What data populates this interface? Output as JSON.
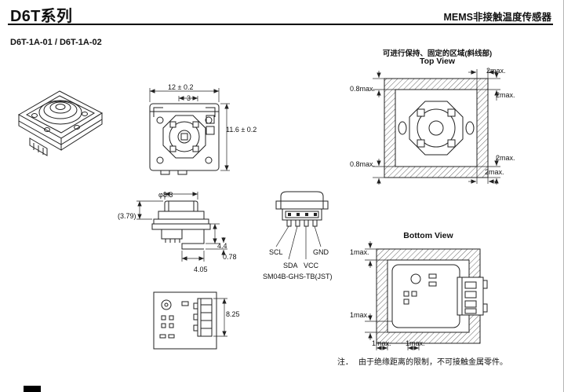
{
  "header": {
    "title": "D6T系列",
    "subtitle": "MEMS非接触温度传感器",
    "model": "D6T-1A-01 / D6T-1A-02"
  },
  "front_view": {
    "dim_width": "12 ± 0.2",
    "dim_top": "3",
    "dim_height": "11.6 ± 0.2"
  },
  "top_view": {
    "caption": "可进行保持、固定的区域(斜线部)",
    "title": "Top View",
    "dim_corner_top": "2max.",
    "dim_left_top": "0.8max.",
    "dim_right_top": "2max.",
    "dim_right_bottom": "2max.",
    "dim_left_bottom": "0.8max.",
    "dim_corner_bottom": "2max."
  },
  "side_view": {
    "dim_diameter": "φ8.3",
    "dim_ref": "(3.79)",
    "dim_height": "4.4",
    "dim_step": "0.78",
    "dim_length": "4.05"
  },
  "connector_view": {
    "pins": {
      "scl": "SCL",
      "sda": "SDA",
      "vcc": "VCC",
      "gnd": "GND"
    },
    "part_number": "SM04B-GHS-TB(JST)"
  },
  "pcb_view": {
    "dim_height": "8.25"
  },
  "bottom_view": {
    "title": "Bottom View",
    "dim_left_top": "1max.",
    "dim_left_bottom": "1max.",
    "dim_bottom_left": "1max.",
    "dim_bottom_right": "1max."
  },
  "note": {
    "prefix": "注．",
    "text": "由于绝缘距离的限制，不可接触金属零件。"
  }
}
